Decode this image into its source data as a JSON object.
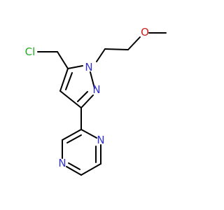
{
  "molecule": {
    "atoms": {
      "cl": {
        "text": "Cl",
        "color": "#22aa22"
      },
      "o": {
        "text": "O",
        "color": "#cc2222"
      },
      "n1": {
        "text": "N",
        "color": "#3232cc"
      },
      "n2": {
        "text": "N",
        "color": "#3232cc"
      },
      "n3": {
        "text": "N",
        "color": "#3232cc"
      },
      "n4": {
        "text": "N",
        "color": "#3232cc"
      }
    }
  }
}
